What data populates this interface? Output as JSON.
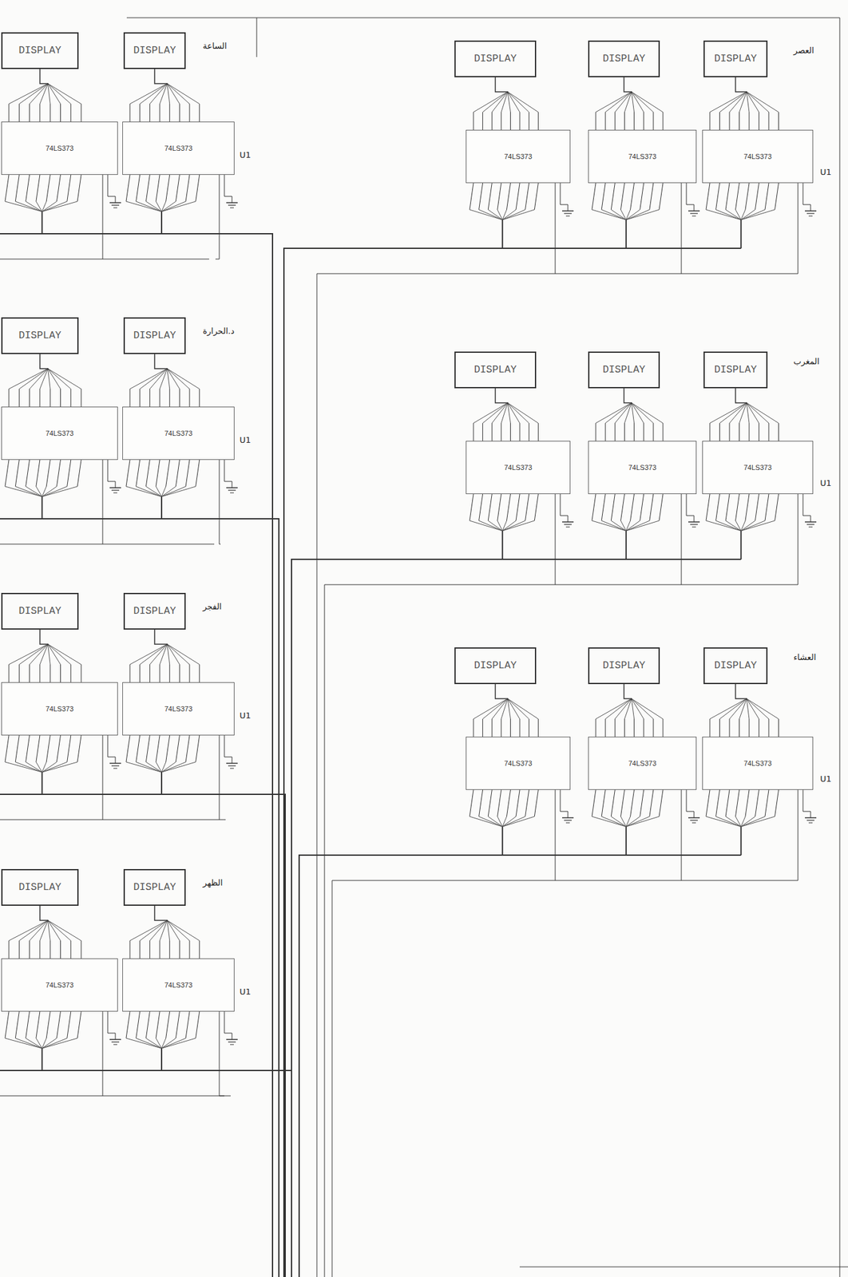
{
  "diagram": {
    "nodes": [
      {
        "text": [
          "DISPLAY"
        ]
      },
      {
        "text": [
          "DISPLAY"
        ]
      },
      {
        "text": [
          "74LS373"
        ]
      },
      {
        "text": [
          "74LS373"
        ]
      },
      {
        "text": [
          "DISPLAY"
        ]
      },
      {
        "text": [
          "DISPLAY"
        ]
      },
      {
        "text": [
          "74LS373"
        ]
      },
      {
        "text": [
          "74LS373"
        ]
      },
      {
        "text": [
          "DISPLAY"
        ]
      },
      {
        "text": [
          "DISPLAY"
        ]
      },
      {
        "text": [
          "74LS373"
        ]
      },
      {
        "text": [
          "74LS373"
        ]
      },
      {
        "text": [
          "DISPLAY"
        ]
      },
      {
        "text": [
          "DISPLAY"
        ]
      },
      {
        "text": [
          "74LS373"
        ]
      },
      {
        "text": [
          "74LS373"
        ]
      },
      {
        "text": [
          "DISPLAY"
        ]
      },
      {
        "text": [
          "DISPLAY"
        ]
      },
      {
        "text": [
          "DISPLAY"
        ]
      },
      {
        "text": [
          "74LS373"
        ]
      },
      {
        "text": [
          "74LS373"
        ]
      },
      {
        "text": [
          "74LS373"
        ]
      },
      {
        "text": [
          "DISPLAY"
        ]
      },
      {
        "text": [
          "DISPLAY"
        ]
      },
      {
        "text": [
          "DISPLAY"
        ]
      },
      {
        "text": [
          "74LS373"
        ]
      },
      {
        "text": [
          "74LS373"
        ]
      },
      {
        "text": [
          "74LS373"
        ]
      },
      {
        "text": [
          "DISPLAY"
        ]
      },
      {
        "text": [
          "DISPLAY"
        ]
      },
      {
        "text": [
          "DISPLAY"
        ]
      },
      {
        "text": [
          "74LS373"
        ]
      },
      {
        "text": [
          "74LS373"
        ]
      },
      {
        "text": [
          "74LS373"
        ]
      }
    ],
    "edges": [
      {
        "from": 0,
        "to": 2,
        "arrow": "none"
      },
      {
        "from": 1,
        "to": 3,
        "arrow": "none"
      },
      {
        "from": 4,
        "to": 6,
        "arrow": "none"
      },
      {
        "from": 5,
        "to": 7,
        "arrow": "none"
      },
      {
        "from": 8,
        "to": 10,
        "arrow": "none"
      },
      {
        "from": 9,
        "to": 11,
        "arrow": "none"
      },
      {
        "from": 12,
        "to": 14,
        "arrow": "none"
      },
      {
        "from": 13,
        "to": 15,
        "arrow": "none"
      },
      {
        "from": 16,
        "to": 19,
        "arrow": "none"
      },
      {
        "from": 17,
        "to": 20,
        "arrow": "none"
      },
      {
        "from": 18,
        "to": 21,
        "arrow": "none"
      },
      {
        "from": 22,
        "to": 25,
        "arrow": "none"
      },
      {
        "from": 23,
        "to": 26,
        "arrow": "none"
      },
      {
        "from": 24,
        "to": 27,
        "arrow": "none"
      },
      {
        "from": 28,
        "to": 31,
        "arrow": "none"
      },
      {
        "from": 29,
        "to": 32,
        "arrow": "none"
      },
      {
        "from": 30,
        "to": 33,
        "arrow": "none"
      }
    ],
    "labels": [
      "الساعة",
      "U1",
      "د.الحرارة",
      "U1",
      "الفجر",
      "U1",
      "الظهر",
      "U1",
      "العصر",
      "U1",
      "المغرب",
      "U1",
      "العشاء",
      "U1"
    ]
  }
}
